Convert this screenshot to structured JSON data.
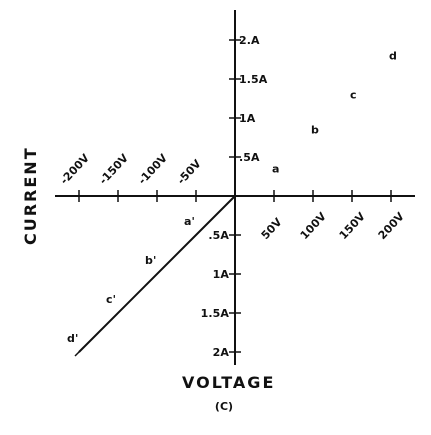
{
  "chart_data": {
    "type": "scatter",
    "title": "",
    "caption": "(C)",
    "xlabel": "VOLTAGE",
    "ylabel": "CURRENT",
    "x_ticks_positive": [
      "50V",
      "100V",
      "150V",
      "200V"
    ],
    "x_ticks_negative": [
      "-200V",
      "-150V",
      "-100V",
      "-50V"
    ],
    "y_ticks_positive": [
      ".5A",
      "1A",
      "1.5A",
      "2.A"
    ],
    "y_ticks_negative": [
      ".5A",
      "1A",
      "1.5A",
      "2A"
    ],
    "xlim": [
      -200,
      200
    ],
    "ylim": [
      -2,
      2
    ],
    "grid": false,
    "series": [
      {
        "points": [
          {
            "label": "a",
            "x": 50,
            "y": 0.35
          },
          {
            "label": "b",
            "x": 100,
            "y": 0.85
          },
          {
            "label": "c",
            "x": 150,
            "y": 1.3
          },
          {
            "label": "d",
            "x": 200,
            "y": 1.8
          }
        ]
      },
      {
        "points": [
          {
            "label": "a'",
            "x": -50,
            "y": -0.5
          },
          {
            "label": "b'",
            "x": -100,
            "y": -1.0
          },
          {
            "label": "c'",
            "x": -150,
            "y": -1.5
          },
          {
            "label": "d'",
            "x": -200,
            "y": -2.0
          }
        ]
      }
    ]
  }
}
